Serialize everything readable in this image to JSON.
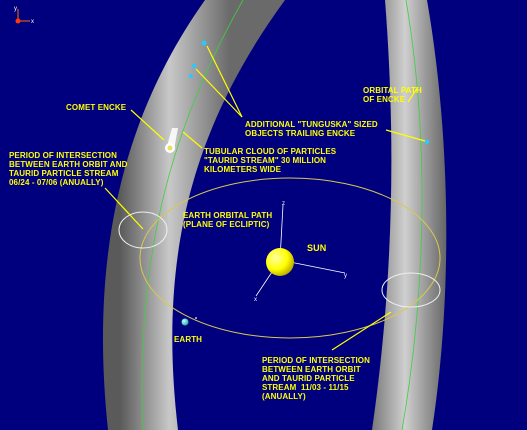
{
  "labels": {
    "comet_encke": "COMET ENCKE",
    "additional_objects": "ADDITIONAL \"TUNGUSKA\" SIZED\nOBJECTS TRAILING ENCKE",
    "orbital_path_encke": "ORBITAL PATH\nOF ENCKE",
    "intersection_june": "PERIOD OF INTERSECTION\nBETWEEN EARTH ORBIT AND\nTAURID PARTICLE STREAM\n06/24 - 07/06 (ANUALLY)",
    "tubular_cloud": "TUBULAR CLOUD OF PARTICLES\n\"TAURID STREAM\" 30 MILLION\nKILOMETERS WIDE",
    "earth_orbital_path": "EARTH ORBITAL PATH\n(PLANE OF ECLIPTIC)",
    "sun": "SUN",
    "earth": "EARTH",
    "intersection_november": "PERIOD OF INTERSECTION\nBETWEEN EARTH ORBIT\nAND TAURID PARTICLE\nSTREAM  11/03 - 11/15\n(ANUALLY)"
  },
  "axis_labels": {
    "x": "x",
    "y": "y",
    "z": "z"
  },
  "colors": {
    "background": "#00007f",
    "label_text": "#ffff00",
    "leader_lines": "#ffff00",
    "tube": "#9a9a9a",
    "orbit": "#d8c850",
    "sun": "#ffff00",
    "earth": "#33dddd",
    "comet": "#ffffff",
    "objects": "#22ccff"
  }
}
